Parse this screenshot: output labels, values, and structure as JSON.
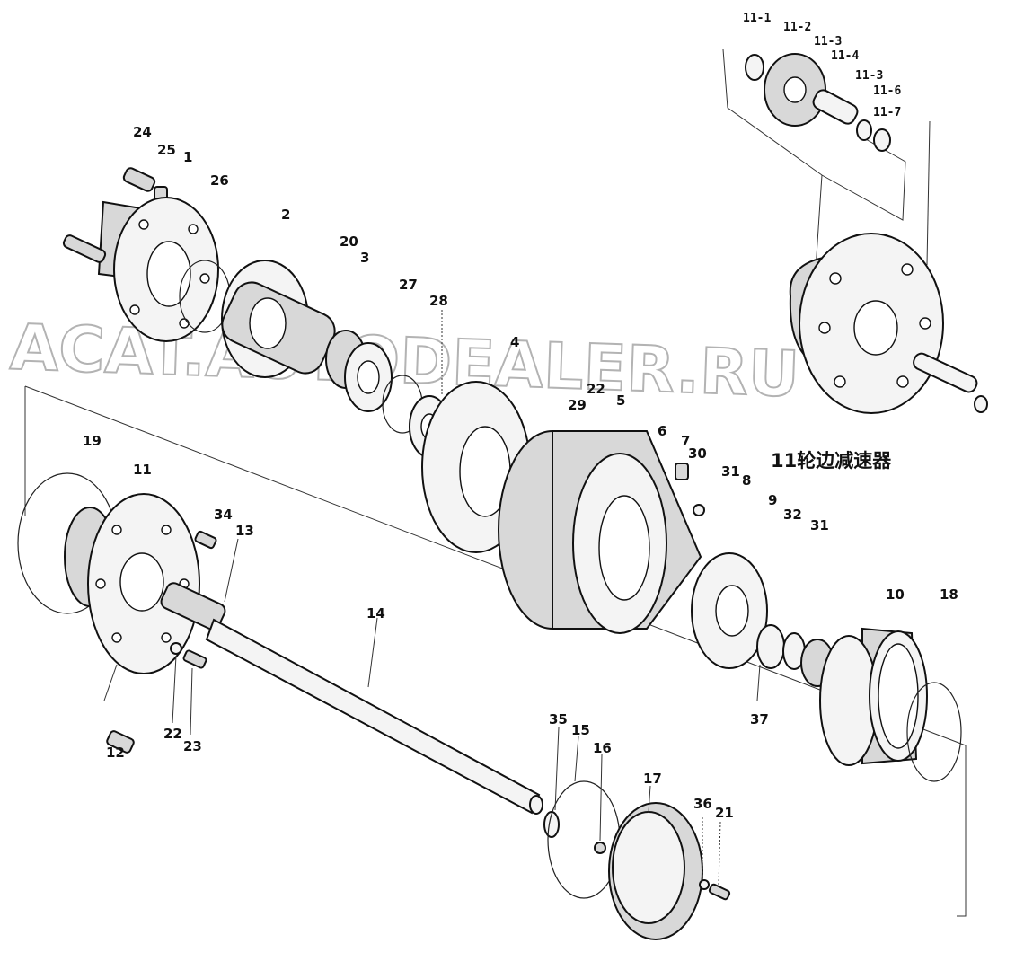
{
  "title": "11轮边减速器",
  "watermark": "ACAT.AUTODEALER.RU",
  "labels": {
    "l11_1": "11-1",
    "l11_2": "11-2",
    "l11_3a": "11-3",
    "l11_4": "11-4",
    "l11_3b": "11-3",
    "l11_6": "11-6",
    "l11_7": "11-7",
    "l24": "24",
    "l25": "25",
    "l1": "1",
    "l26": "26",
    "l2": "2",
    "l20": "20",
    "l3": "3",
    "l27": "27",
    "l28": "28",
    "l4": "4",
    "l29": "29",
    "l22a": "22",
    "l5": "5",
    "l6": "6",
    "l7": "7",
    "l30": "30",
    "l31a": "31",
    "l8": "8",
    "l9": "9",
    "l32": "32",
    "l31b": "31",
    "l10": "10",
    "l18": "18",
    "l37": "37",
    "l19": "19",
    "l11": "11",
    "l34": "34",
    "l13": "13",
    "l14": "14",
    "l12": "12",
    "l22b": "22",
    "l23": "23",
    "l35": "35",
    "l15": "15",
    "l16": "16",
    "l17": "17",
    "l36": "36",
    "l21": "21"
  },
  "icons": {
    "planet_gear": "gear-icon",
    "hub_flange": "flange-icon",
    "axle_shaft": "shaft-icon"
  }
}
